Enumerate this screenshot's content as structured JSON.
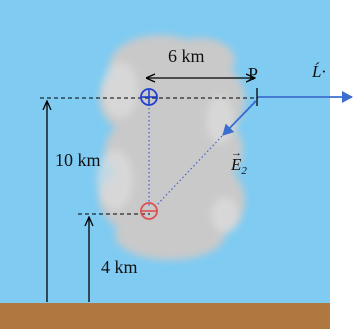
{
  "labels": {
    "horizontal_distance": "6 km",
    "point": "P",
    "upper_height": "10 km",
    "lower_height": "4 km",
    "field_symbol": "E",
    "field_subscript": "2",
    "field_vector_arrow": "→",
    "side_glyph": "Ĺ·"
  },
  "charges": {
    "upper_sign": "+",
    "lower_sign": "−"
  },
  "colors": {
    "sky": "#7fcbf2",
    "ground": "#b07840",
    "cloud": "#c8c8c8",
    "positive_charge": "#2040d0",
    "negative_charge": "#e05050",
    "vector": "#3a6fd0",
    "lines": "#000000"
  }
}
